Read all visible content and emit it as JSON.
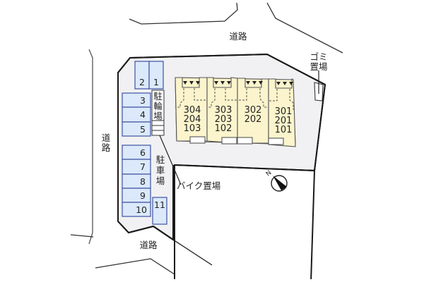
{
  "roads": {
    "top": "道路",
    "left": [
      "道",
      "路"
    ],
    "bottom": "道路"
  },
  "parking": {
    "lot_label": [
      "駐",
      "車",
      "場"
    ],
    "spaces": [
      {
        "id": "1",
        "label": "1"
      },
      {
        "id": "2",
        "label": "2"
      },
      {
        "id": "3",
        "label": "3"
      },
      {
        "id": "4",
        "label": "4"
      },
      {
        "id": "5",
        "label": "5"
      },
      {
        "id": "6",
        "label": "6"
      },
      {
        "id": "7",
        "label": "7"
      },
      {
        "id": "8",
        "label": "8"
      },
      {
        "id": "9",
        "label": "9"
      },
      {
        "id": "10",
        "label": "10"
      },
      {
        "id": "11",
        "label": "11"
      }
    ],
    "color": "#dbe9fb",
    "border_color": "#4a5ea8"
  },
  "bicycle_parking": {
    "label": [
      "駐",
      "輪",
      "場"
    ]
  },
  "bike_area": {
    "label": "バイク置場"
  },
  "garbage": {
    "label": [
      "ゴミ",
      "置場"
    ]
  },
  "building": {
    "color": "#fbf4cc",
    "units": [
      {
        "column": 1,
        "rooms": [
          "304",
          "204",
          "103"
        ]
      },
      {
        "column": 2,
        "rooms": [
          "303",
          "203",
          "102"
        ]
      },
      {
        "column": 3,
        "rooms": [
          "302",
          "202"
        ]
      },
      {
        "column": 4,
        "rooms": [
          "301",
          "201",
          "101"
        ]
      }
    ]
  },
  "compass": {
    "label": "N",
    "icon": "north-arrow-icon"
  },
  "colors": {
    "lot_fill": "#f1f1f3",
    "line": "#1a1a1a"
  }
}
